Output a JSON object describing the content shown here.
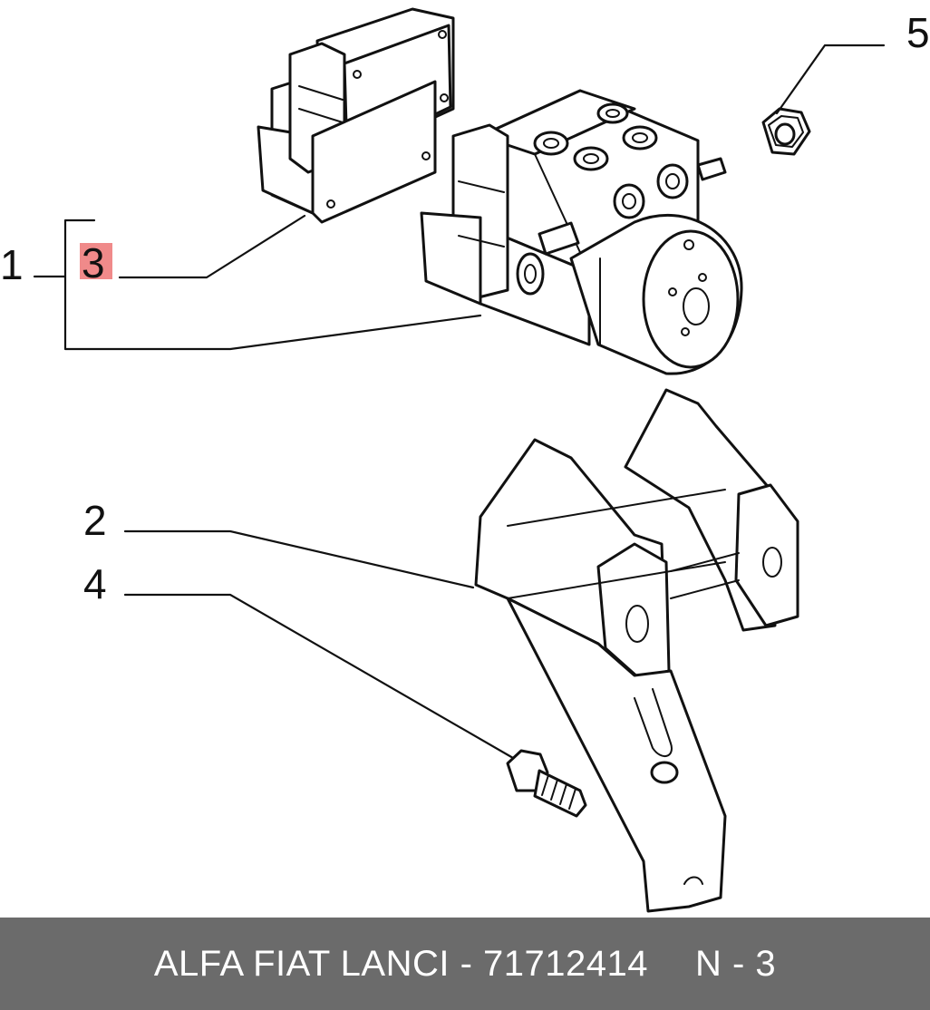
{
  "callouts": [
    {
      "id": "1",
      "label": "1",
      "highlighted": false
    },
    {
      "id": "2",
      "label": "2",
      "highlighted": false
    },
    {
      "id": "3",
      "label": "3",
      "highlighted": true
    },
    {
      "id": "4",
      "label": "4",
      "highlighted": false
    },
    {
      "id": "5",
      "label": "5",
      "highlighted": false
    }
  ],
  "footer": {
    "text": "ALFA FIAT LANCI - 71712414",
    "ref": "N - 3"
  },
  "colors": {
    "highlight": "#f08a8a",
    "footer_bg": "#6b6b6b",
    "footer_text": "#ffffff",
    "line": "#111111"
  }
}
